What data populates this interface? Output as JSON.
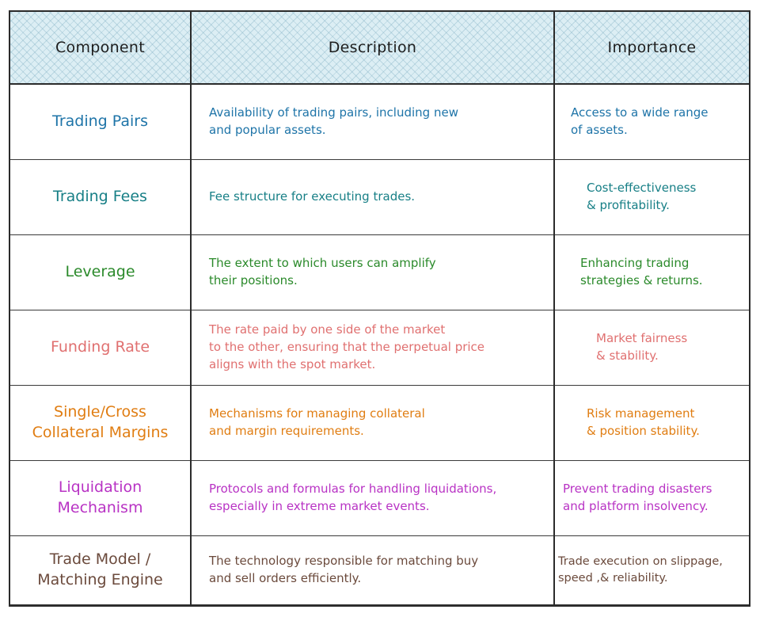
{
  "header": {
    "component": "Component",
    "description": "Description",
    "importance": "Importance"
  },
  "rows": [
    {
      "component": "Trading Pairs",
      "description": "Availability of trading pairs, including new\nand popular assets.",
      "importance": "Access to a wide range\nof assets.",
      "color": "#1e74a8"
    },
    {
      "component": "Trading Fees",
      "description": "Fee structure for executing trades.",
      "importance": "Cost-effectiveness\n& profitability.",
      "color": "#177f86"
    },
    {
      "component": "Leverage",
      "description": "The extent to which users can amplify\ntheir positions.",
      "importance": "Enhancing trading\nstrategies & returns.",
      "color": "#2b8a2b"
    },
    {
      "component": "Funding Rate",
      "description": "The rate paid by one side of the market\nto the other, ensuring that the perpetual price\naligns with the spot market.",
      "importance": "Market fairness\n& stability.",
      "color": "#e07070"
    },
    {
      "component": "Single/Cross\nCollateral Margins",
      "description": "Mechanisms for managing collateral\nand margin requirements.",
      "importance": "Risk management\n& position stability.",
      "color": "#e07d12"
    },
    {
      "component": "Liquidation\nMechanism",
      "description": "Protocols and formulas for handling liquidations,\nespecially in extreme market events.",
      "importance": "Prevent trading disasters\nand platform insolvency.",
      "color": "#b832c4"
    },
    {
      "component": "Trade Model /\nMatching Engine",
      "description": "The technology responsible for matching buy\nand sell orders efficiently.",
      "importance": "Trade execution on slippage,\nspeed ,& reliability.",
      "color": "#6b4a3c"
    }
  ]
}
